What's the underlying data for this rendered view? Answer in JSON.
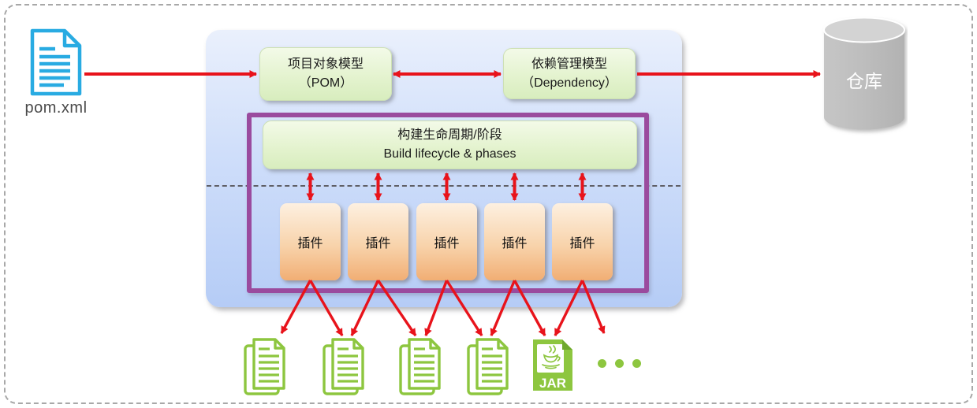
{
  "diagram": {
    "pom_file": {
      "label": "pom.xml"
    },
    "pom_model": {
      "line1": "项目对象模型",
      "line2": "（POM）"
    },
    "dependency_model": {
      "line1": "依赖管理模型",
      "line2": "（Dependency）"
    },
    "lifecycle": {
      "line1": "构建生命周期/阶段",
      "line2": "Build lifecycle & phases"
    },
    "plugins": [
      {
        "label": "插件"
      },
      {
        "label": "插件"
      },
      {
        "label": "插件"
      },
      {
        "label": "插件"
      },
      {
        "label": "插件"
      }
    ],
    "repository": {
      "label": "仓库"
    },
    "jar_file": {
      "label": "JAR"
    },
    "output_docs_count": 4,
    "ellipsis_dots_count": 3,
    "connections": [
      "pom.xml → 项目对象模型（POM）",
      "项目对象模型（POM） ↔ 依赖管理模型（Dependency）",
      "依赖管理模型（Dependency） → 仓库",
      "构建生命周期/阶段 ↔ 插件 (×5)",
      "插件 → 输出文档 / JAR / …"
    ],
    "colors": {
      "arrow_red": "#e8131b",
      "frame_purple": "#9a4b9e",
      "container_blue_top": "#eaf0fc",
      "container_blue_bottom": "#b5ccf6",
      "box_green_top": "#f3fae8",
      "box_green_bottom": "#d8edbe",
      "plugin_orange_top": "#fdf0e1",
      "plugin_orange_bottom": "#f1ae74",
      "cylinder_gray": "#bdbdbd",
      "doc_green": "#8dc63f",
      "pom_cyan": "#29abe2",
      "dashed_border_gray": "#a8a8a8"
    }
  }
}
